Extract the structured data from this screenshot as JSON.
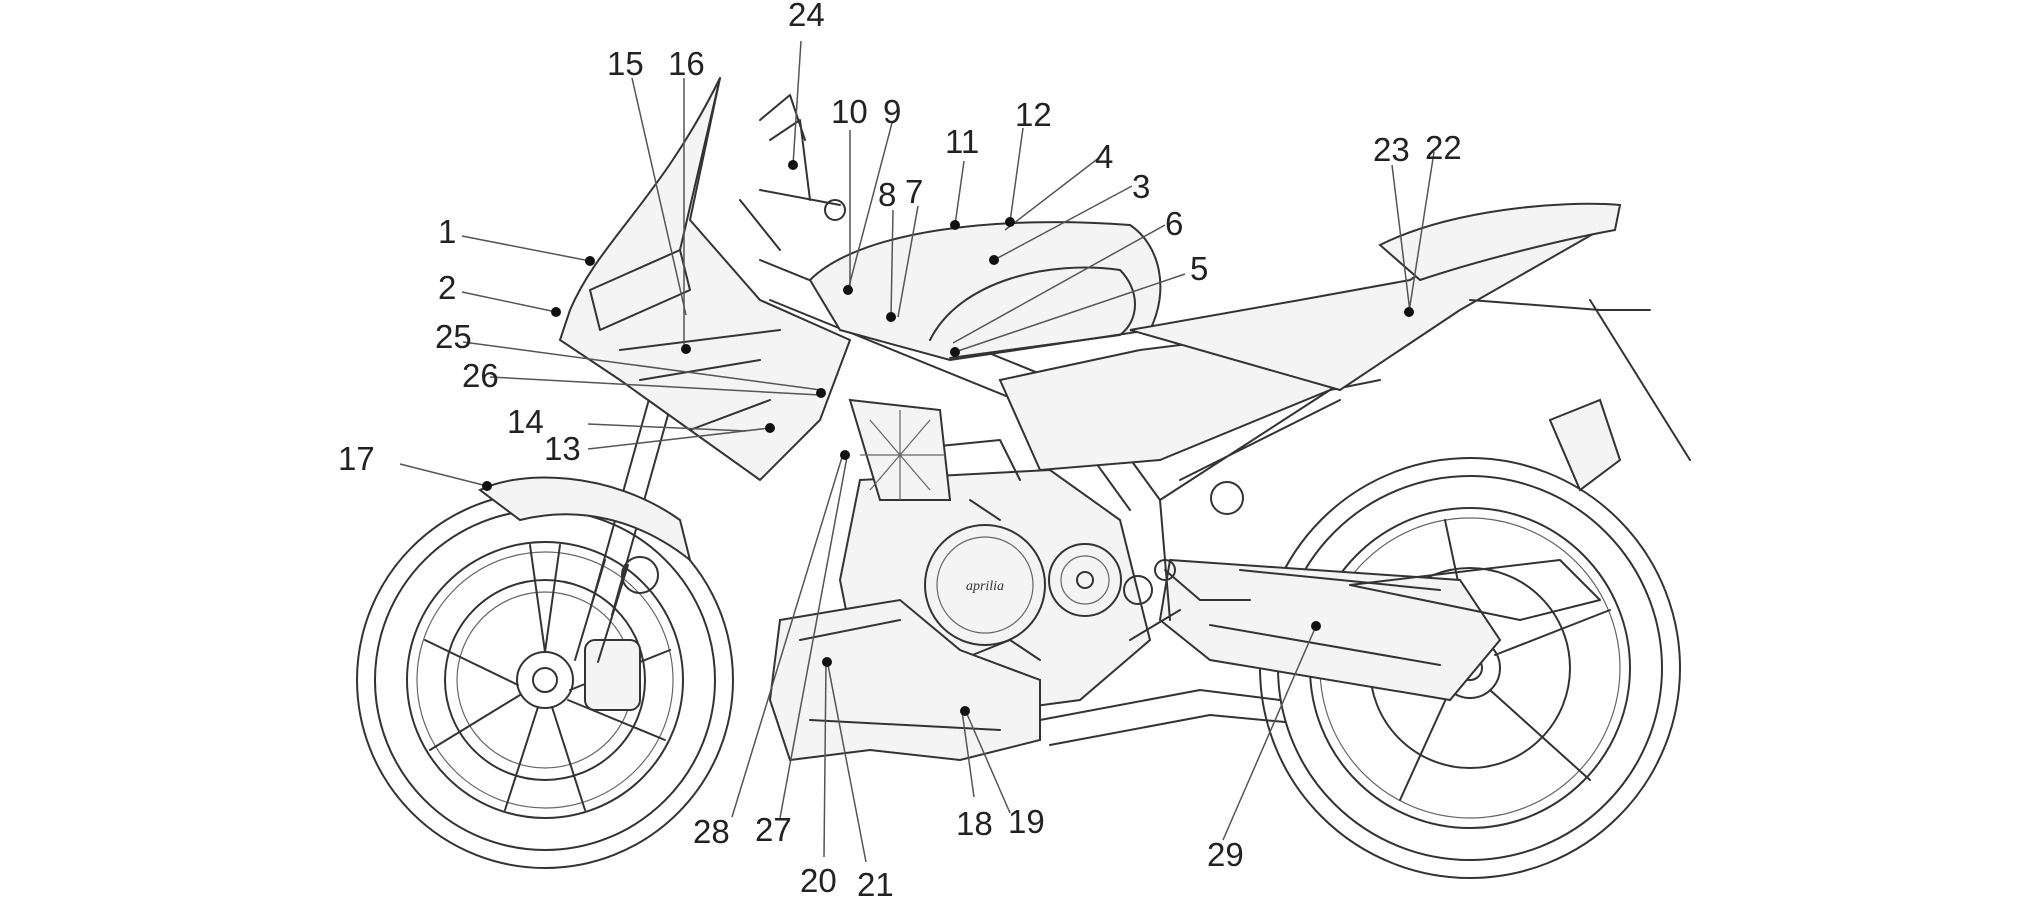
{
  "diagram": {
    "callouts": [
      {
        "id": "1",
        "label": "1"
      },
      {
        "id": "2",
        "label": "2"
      },
      {
        "id": "3",
        "label": "3"
      },
      {
        "id": "4",
        "label": "4"
      },
      {
        "id": "5",
        "label": "5"
      },
      {
        "id": "6",
        "label": "6"
      },
      {
        "id": "7",
        "label": "7"
      },
      {
        "id": "8",
        "label": "8"
      },
      {
        "id": "9",
        "label": "9"
      },
      {
        "id": "10",
        "label": "10"
      },
      {
        "id": "11",
        "label": "11"
      },
      {
        "id": "12",
        "label": "12"
      },
      {
        "id": "13",
        "label": "13"
      },
      {
        "id": "14",
        "label": "14"
      },
      {
        "id": "15",
        "label": "15"
      },
      {
        "id": "16",
        "label": "16"
      },
      {
        "id": "17",
        "label": "17"
      },
      {
        "id": "18",
        "label": "18"
      },
      {
        "id": "19",
        "label": "19"
      },
      {
        "id": "20",
        "label": "20"
      },
      {
        "id": "21",
        "label": "21"
      },
      {
        "id": "22",
        "label": "22"
      },
      {
        "id": "23",
        "label": "23"
      },
      {
        "id": "24",
        "label": "24"
      },
      {
        "id": "25",
        "label": "25"
      },
      {
        "id": "26",
        "label": "26"
      },
      {
        "id": "27",
        "label": "27"
      },
      {
        "id": "28",
        "label": "28"
      },
      {
        "id": "29",
        "label": "29"
      }
    ],
    "logo_text": "aprilia"
  }
}
